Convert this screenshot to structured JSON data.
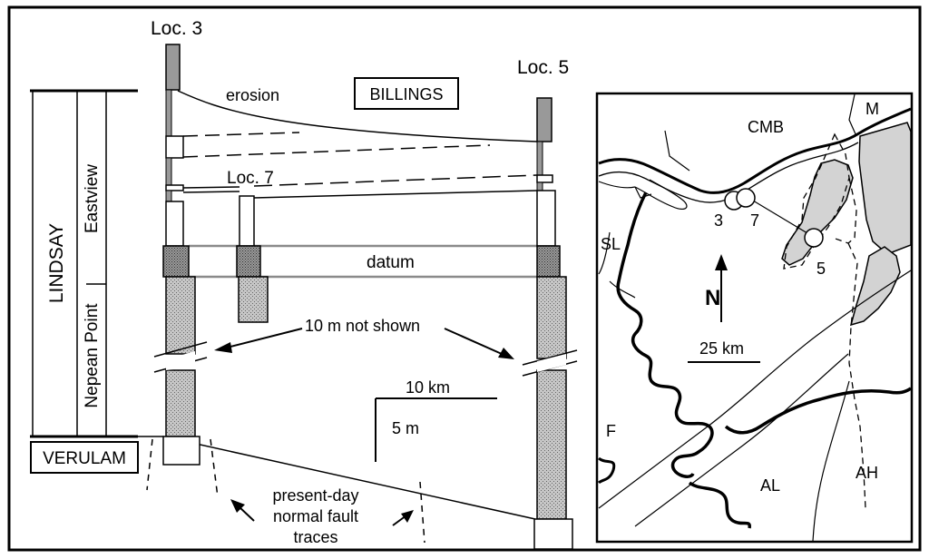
{
  "section": {
    "loc3_label": "Loc. 3",
    "loc5_label": "Loc. 5",
    "loc7_label": "Loc. 7",
    "erosion_label": "erosion",
    "billings_label": "BILLINGS",
    "datum_label": "datum",
    "not_shown_label": "10 m not shown",
    "verulam_label": "VERULAM",
    "lindsay_label": "LINDSAY",
    "eastview_label": "Eastview",
    "nepean_label": "Nepean Point",
    "horizontal_scale_label": "10 km",
    "vertical_scale_label": "5 m",
    "fault_caption": [
      "present-day",
      "normal fault",
      "traces"
    ]
  },
  "map": {
    "labels": {
      "cmb": "CMB",
      "m": "M",
      "sl": "SL",
      "f": "F",
      "al": "AL",
      "ah": "AH"
    },
    "locality_labels": {
      "loc3": "3",
      "loc7": "7",
      "loc5": "5"
    },
    "north_label": "N",
    "scale_label": "25 km"
  }
}
